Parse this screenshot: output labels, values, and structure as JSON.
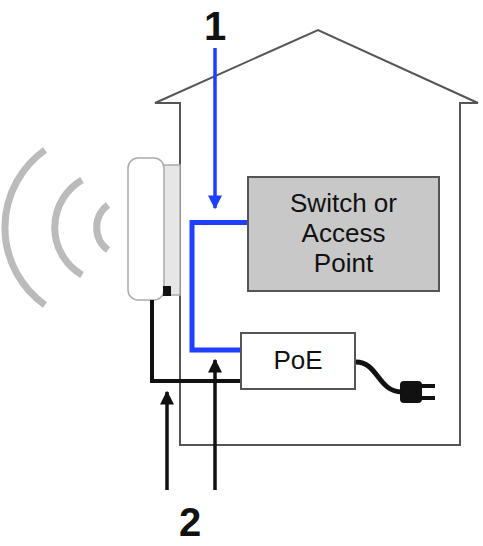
{
  "diagram": {
    "nodes": [
      {
        "text": [
          "Switch or Access Point"
        ]
      },
      {
        "text": [
          "PoE"
        ]
      }
    ],
    "edges": [
      {
        "from": 1,
        "to": 0,
        "arrow": "none"
      }
    ],
    "labels": [
      "1",
      "2"
    ]
  }
}
